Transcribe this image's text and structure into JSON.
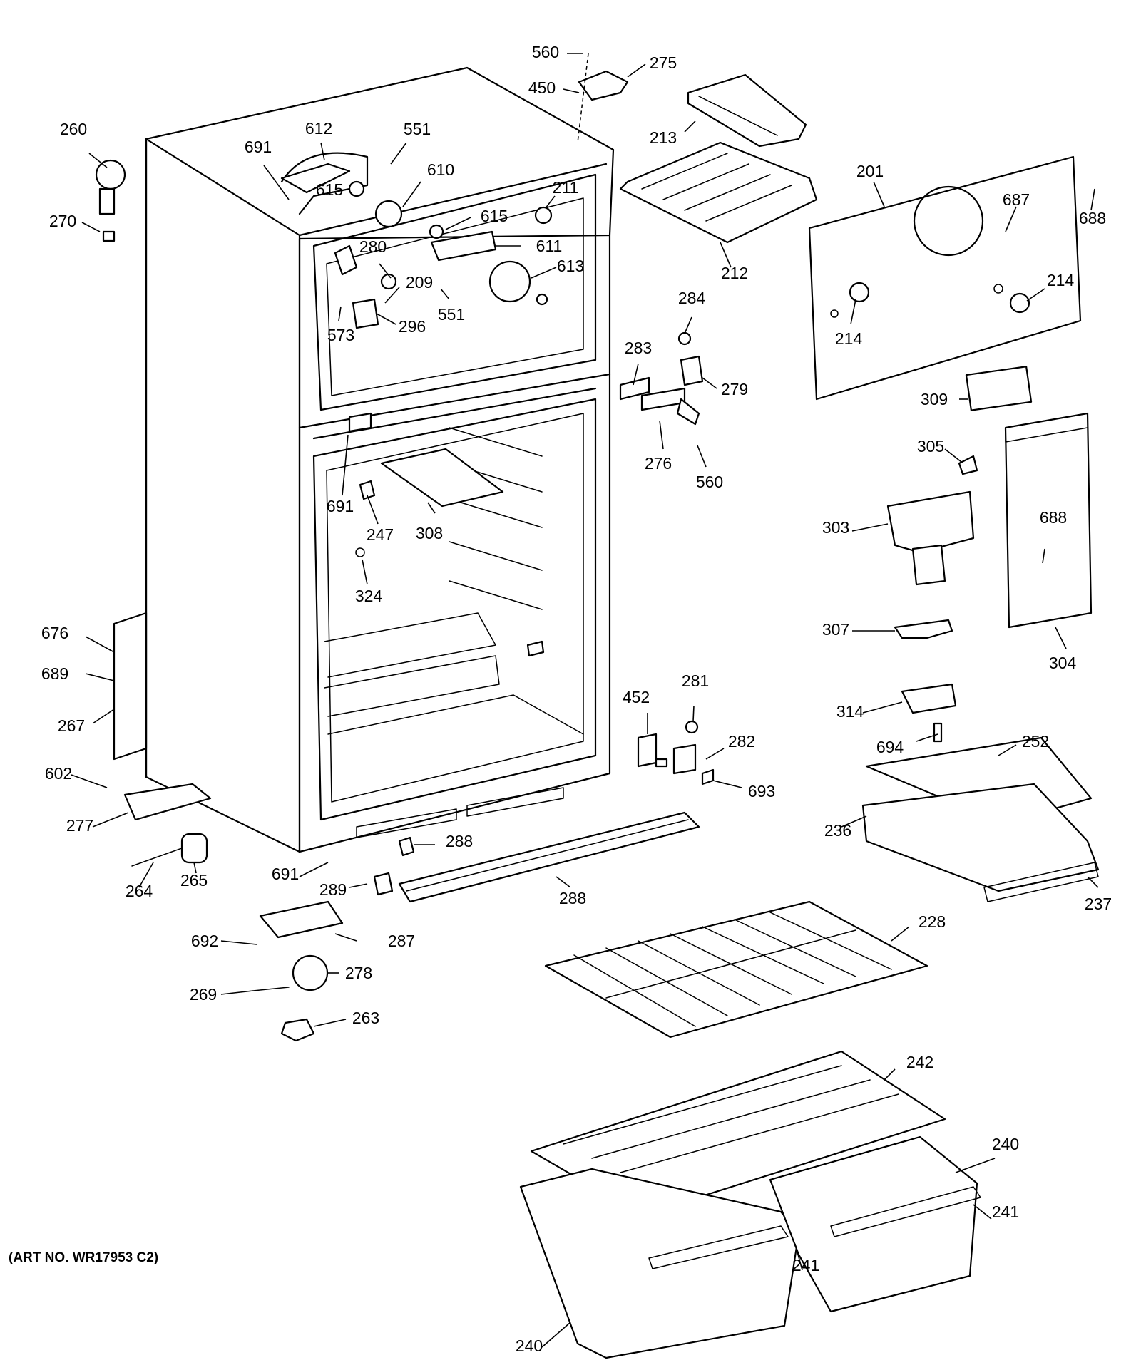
{
  "art_number": "(ART NO. WR17953 C2)",
  "callouts": [
    {
      "id": "c560a",
      "label": "560"
    },
    {
      "id": "c275",
      "label": "275"
    },
    {
      "id": "c450",
      "label": "450"
    },
    {
      "id": "c213",
      "label": "213"
    },
    {
      "id": "c260",
      "label": "260"
    },
    {
      "id": "c270",
      "label": "270"
    },
    {
      "id": "c691a",
      "label": "691"
    },
    {
      "id": "c612",
      "label": "612"
    },
    {
      "id": "c551a",
      "label": "551"
    },
    {
      "id": "c615a",
      "label": "615"
    },
    {
      "id": "c610",
      "label": "610"
    },
    {
      "id": "c615b",
      "label": "615"
    },
    {
      "id": "c211",
      "label": "211"
    },
    {
      "id": "c611",
      "label": "611"
    },
    {
      "id": "c280",
      "label": "280"
    },
    {
      "id": "c209",
      "label": "209"
    },
    {
      "id": "c613",
      "label": "613"
    },
    {
      "id": "c551b",
      "label": "551"
    },
    {
      "id": "c573",
      "label": "573"
    },
    {
      "id": "c296",
      "label": "296"
    },
    {
      "id": "c212",
      "label": "212"
    },
    {
      "id": "c201",
      "label": "201"
    },
    {
      "id": "c687",
      "label": "687"
    },
    {
      "id": "c688a",
      "label": "688"
    },
    {
      "id": "c214a",
      "label": "214"
    },
    {
      "id": "c214b",
      "label": "214"
    },
    {
      "id": "c284",
      "label": "284"
    },
    {
      "id": "c283",
      "label": "283"
    },
    {
      "id": "c279",
      "label": "279"
    },
    {
      "id": "c309",
      "label": "309"
    },
    {
      "id": "c276",
      "label": "276"
    },
    {
      "id": "c560b",
      "label": "560"
    },
    {
      "id": "c305",
      "label": "305"
    },
    {
      "id": "c691b",
      "label": "691"
    },
    {
      "id": "c247",
      "label": "247"
    },
    {
      "id": "c308",
      "label": "308"
    },
    {
      "id": "c324",
      "label": "324"
    },
    {
      "id": "c303",
      "label": "303"
    },
    {
      "id": "c688b",
      "label": "688"
    },
    {
      "id": "c676",
      "label": "676"
    },
    {
      "id": "c689",
      "label": "689"
    },
    {
      "id": "c267",
      "label": "267"
    },
    {
      "id": "c307",
      "label": "307"
    },
    {
      "id": "c304",
      "label": "304"
    },
    {
      "id": "c452",
      "label": "452"
    },
    {
      "id": "c281",
      "label": "281"
    },
    {
      "id": "c314",
      "label": "314"
    },
    {
      "id": "c694",
      "label": "694"
    },
    {
      "id": "c252",
      "label": "252"
    },
    {
      "id": "c282",
      "label": "282"
    },
    {
      "id": "c602",
      "label": "602"
    },
    {
      "id": "c693",
      "label": "693"
    },
    {
      "id": "c277",
      "label": "277"
    },
    {
      "id": "c236",
      "label": "236"
    },
    {
      "id": "c288a",
      "label": "288"
    },
    {
      "id": "c691c",
      "label": "691"
    },
    {
      "id": "c264",
      "label": "264"
    },
    {
      "id": "c265",
      "label": "265"
    },
    {
      "id": "c289",
      "label": "289"
    },
    {
      "id": "c288b",
      "label": "288"
    },
    {
      "id": "c237",
      "label": "237"
    },
    {
      "id": "c228",
      "label": "228"
    },
    {
      "id": "c692",
      "label": "692"
    },
    {
      "id": "c287",
      "label": "287"
    },
    {
      "id": "c278",
      "label": "278"
    },
    {
      "id": "c269",
      "label": "269"
    },
    {
      "id": "c263",
      "label": "263"
    },
    {
      "id": "c242",
      "label": "242"
    },
    {
      "id": "c240a",
      "label": "240"
    },
    {
      "id": "c241a",
      "label": "241"
    },
    {
      "id": "c241b",
      "label": "241"
    },
    {
      "id": "c240b",
      "label": "240"
    }
  ]
}
